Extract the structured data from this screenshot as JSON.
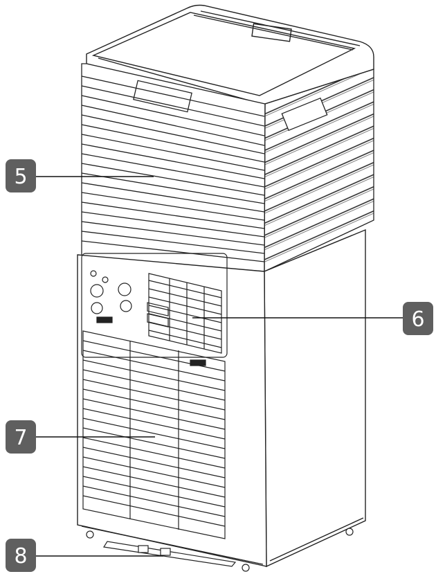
{
  "callouts": [
    {
      "id": "5",
      "label": "5"
    },
    {
      "id": "6",
      "label": "6"
    },
    {
      "id": "7",
      "label": "7"
    },
    {
      "id": "8",
      "label": "8"
    }
  ],
  "colors": {
    "badge": "#5f5f5f",
    "line": "#111111",
    "stroke": "#222222"
  }
}
